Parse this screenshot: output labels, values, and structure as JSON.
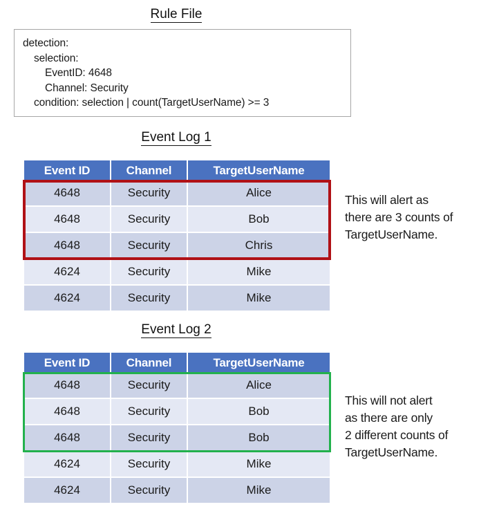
{
  "titles": {
    "rule_file": "Rule File",
    "event_log_1": "Event Log 1",
    "event_log_2": "Event Log 2"
  },
  "rule_file": {
    "lines": [
      {
        "indent": 0,
        "text": "detection:"
      },
      {
        "indent": 1,
        "text": "selection:"
      },
      {
        "indent": 2,
        "text": "EventID: 4648"
      },
      {
        "indent": 2,
        "text": "Channel: Security"
      },
      {
        "indent": 1,
        "text": "condition: selection | count(TargetUserName) >= 3"
      }
    ]
  },
  "colors": {
    "header_blue": "#4a72c0",
    "row_dark": "#ccd3e7",
    "row_light": "#e4e8f4",
    "alert_outline_red": "#b01116",
    "no_alert_outline_green": "#22b14c",
    "box_border_gray": "#a6a6a6"
  },
  "event_log_1": {
    "columns": [
      "Event ID",
      "Channel",
      "TargetUserName"
    ],
    "rows": [
      [
        "4648",
        "Security",
        "Alice"
      ],
      [
        "4648",
        "Security",
        "Bob"
      ],
      [
        "4648",
        "Security",
        "Chris"
      ],
      [
        "4624",
        "Security",
        "Mike"
      ],
      [
        "4624",
        "Security",
        "Mike"
      ]
    ],
    "highlighted_row_indices": [
      0,
      1,
      2
    ],
    "annotation": [
      "This will alert as",
      "there are 3 counts of",
      "TargetUserName."
    ]
  },
  "event_log_2": {
    "columns": [
      "Event ID",
      "Channel",
      "TargetUserName"
    ],
    "rows": [
      [
        "4648",
        "Security",
        "Alice"
      ],
      [
        "4648",
        "Security",
        "Bob"
      ],
      [
        "4648",
        "Security",
        "Bob"
      ],
      [
        "4624",
        "Security",
        "Mike"
      ],
      [
        "4624",
        "Security",
        "Mike"
      ]
    ],
    "highlighted_row_indices": [
      0,
      1,
      2
    ],
    "annotation": [
      "This will not alert",
      "as there are only",
      "2 different counts of",
      "TargetUserName."
    ]
  }
}
